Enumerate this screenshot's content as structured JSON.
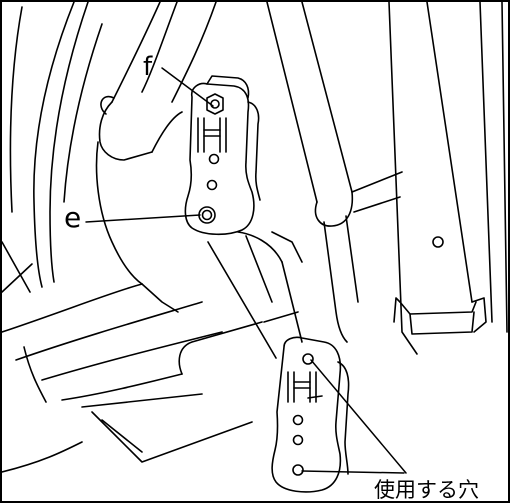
{
  "labels": {
    "f": "f",
    "e": "e",
    "holes_to_use": "使用する穴"
  },
  "colors": {
    "line": "#000000",
    "background": "#ffffff"
  }
}
